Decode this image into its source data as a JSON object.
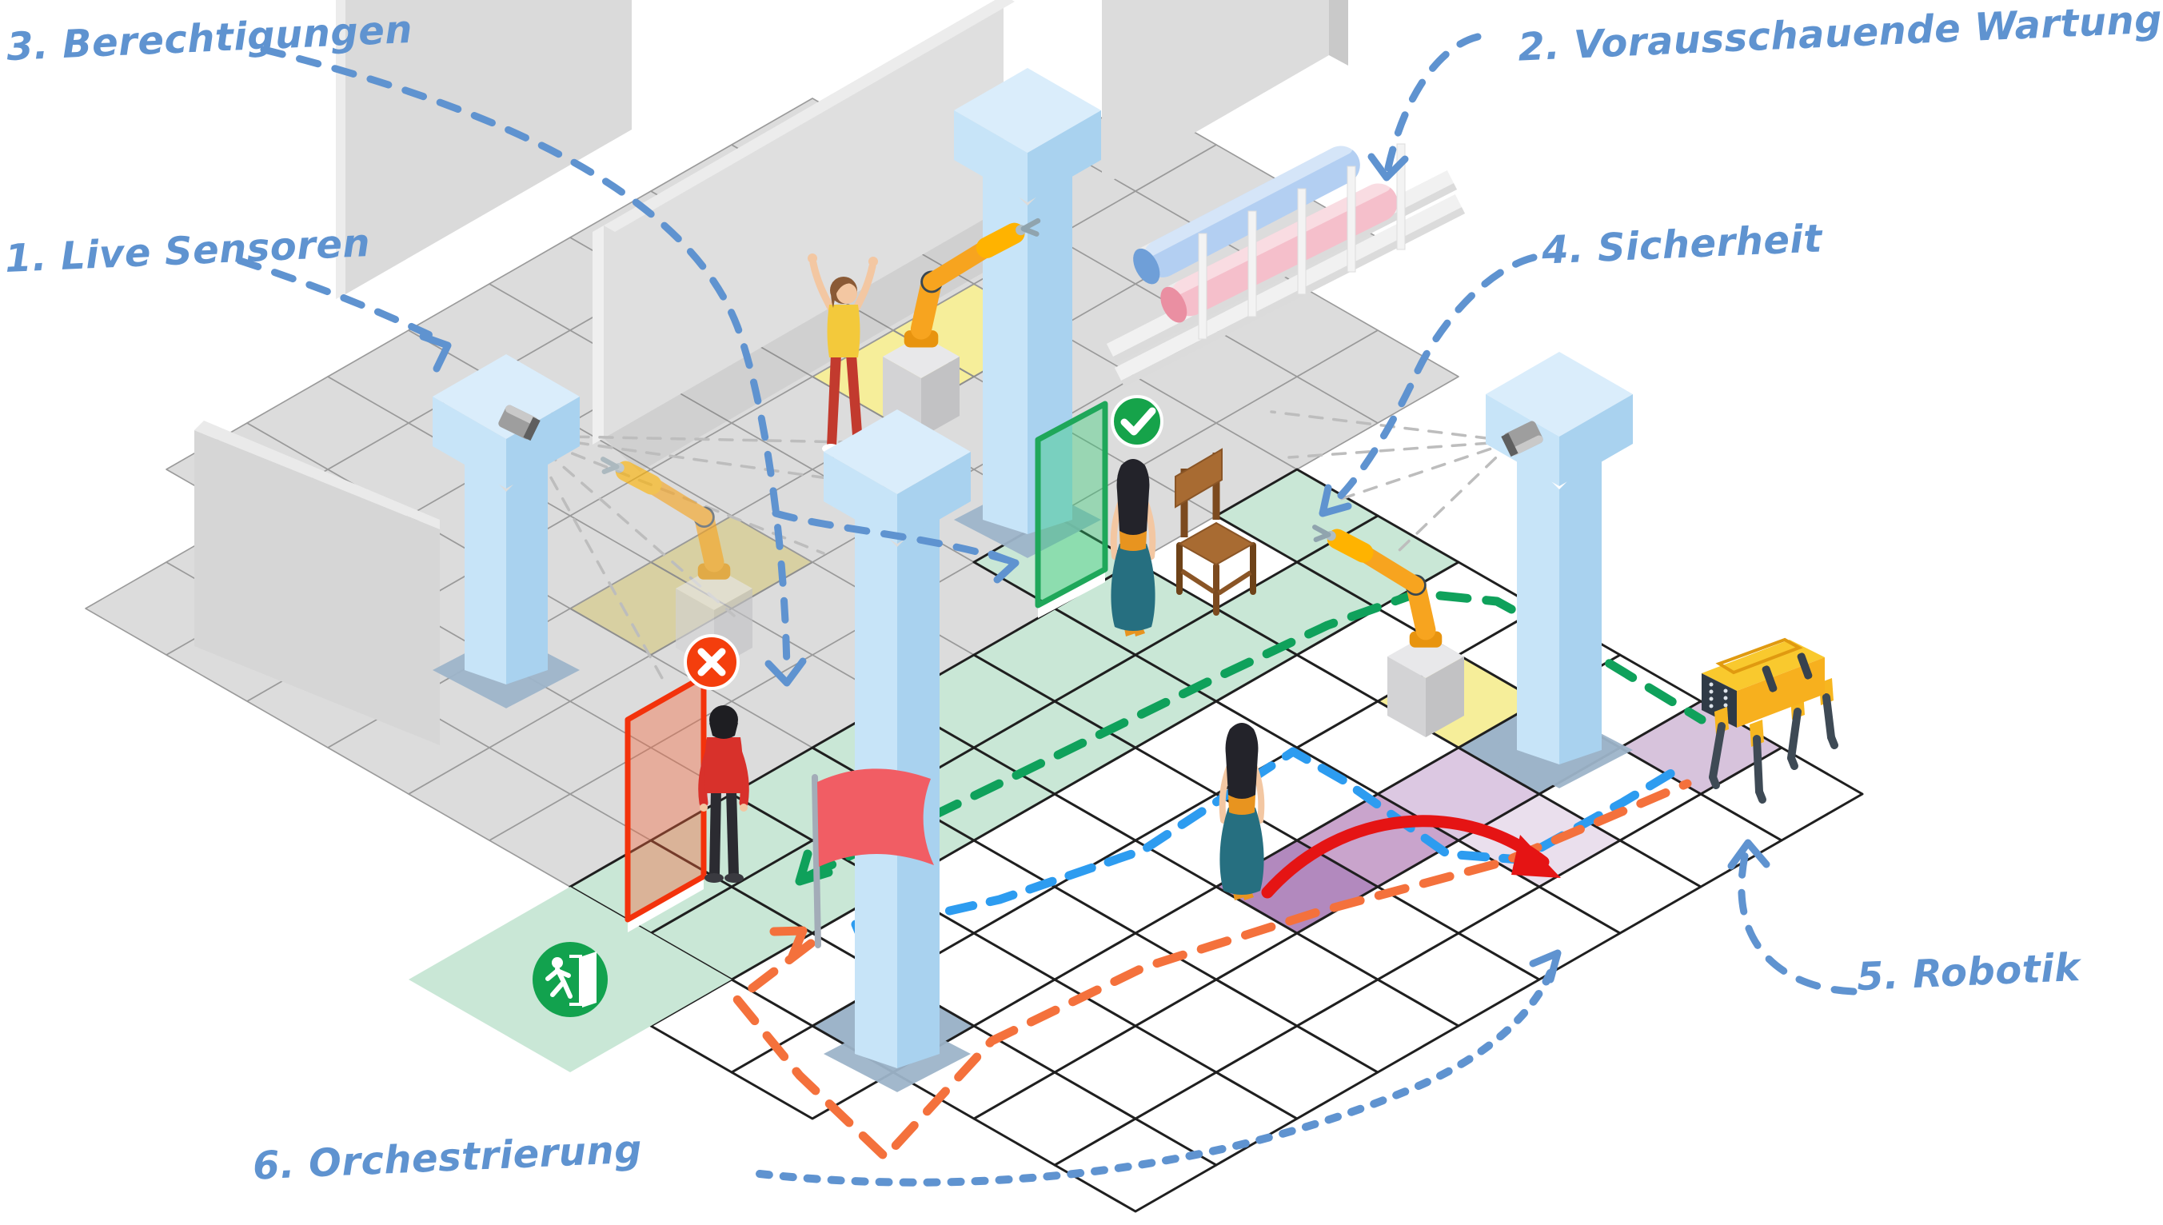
{
  "page": {
    "background": "#ffffff",
    "type": "isometric-factory-infographic"
  },
  "annotations": [
    {
      "id": "1",
      "label": "1. Live Sensoren",
      "points_to": "camera-sensor-on-pillar"
    },
    {
      "id": "2",
      "label": "2. Vorausschauende Wartung",
      "points_to": "overhead-pipes"
    },
    {
      "id": "3",
      "label": "3. Berechtigungen",
      "points_to": "access-doors"
    },
    {
      "id": "4",
      "label": "4. Sicherheit",
      "points_to": "safety-floor-zone"
    },
    {
      "id": "5",
      "label": "5. Robotik",
      "points_to": "quadruped-robot"
    },
    {
      "id": "6",
      "label": "6. Orchestrierung",
      "points_to": "floor-route-paths"
    }
  ],
  "badges": {
    "allowed": {
      "icon": "check-circle-icon",
      "color": "#16A34A"
    },
    "denied": {
      "icon": "x-circle-icon",
      "color": "#F43E0D"
    },
    "exit": {
      "icon": "emergency-exit-running-man-icon",
      "color": "#12A24E"
    }
  },
  "scene_objects": [
    "security-camera",
    "pipes-on-rack",
    "robot-arm",
    "robot-arm-behind-wall",
    "robot-arm-right",
    "quadruped-robot-dog",
    "woman-arms-raised",
    "woman-at-green-door",
    "man-at-red-door",
    "woman-walking-purple-path",
    "wooden-chair",
    "red-flag",
    "green-access-door",
    "red-access-door",
    "emergency-exit-pad"
  ],
  "palette": {
    "labelBlue": "#5F93D0",
    "pathGreen": "#0FA15B",
    "pathBlue": "#2D9CF0",
    "pathOrange": "#F4713C",
    "arrowRed": "#E51414",
    "tileMint": "#C9E7D6",
    "tileYellow": "#F6EE9A",
    "tileBeige": "#D8D0A2",
    "tilePink": "#F5ACA0",
    "tilePurpleDark": "#B289BE",
    "tilePurpleMid": "#C9A4CC",
    "tilePurpleLight": "#DCC8E2",
    "tilePurplePale": "#EADFED",
    "tileLavender": "#D7C3DC",
    "tileBlueGray": "#9DB4C9",
    "tileGray": "#DCDCDC",
    "wallGray": "#DADADA",
    "pillarTop": "#DAEDFB",
    "pillarLight": "#C7E4F8",
    "pillarMid": "#A9D2EF",
    "robotOrange": "#F7A41F",
    "dogYellow": "#F7B620",
    "pipeBlue": "#B3CFF2",
    "pipePink": "#F5BFCB",
    "gridLine": "#1F1F1F",
    "grayLine": "#9A9A9A"
  }
}
